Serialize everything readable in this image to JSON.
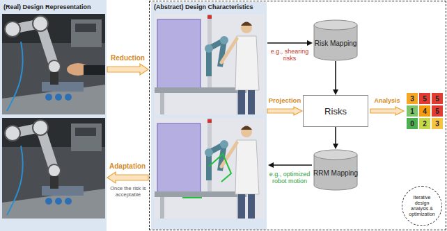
{
  "diagram": {
    "nodes": [
      {
        "text": [
          "(Real) Design Representation"
        ]
      },
      {
        "text": [
          "(Abstract) Design Characteristics"
        ]
      },
      {
        "text": [
          "Risk Mapping"
        ],
        "in": 1
      },
      {
        "text": [
          "Risks"
        ],
        "in": 1
      },
      {
        "text": [
          "RRM Mapping"
        ],
        "in": 1
      },
      {
        "text": [
          "Iterative design analysis & optimization"
        ],
        "in": 1
      }
    ],
    "edges": [
      {
        "from": 0,
        "to": 1,
        "label": "Reduction",
        "arrow": "to"
      },
      {
        "from": 1,
        "to": 0,
        "label": "Adaptation",
        "arrow": "to"
      },
      {
        "from": 2,
        "to": 3,
        "arrow": "to"
      },
      {
        "from": 3,
        "to": 4,
        "arrow": "to"
      }
    ],
    "labels": [
      "e.g., shearing risks",
      "Projection",
      "Analysis",
      "e.g., optimized robot motion",
      "Once the risk is acceptable",
      "3",
      "5",
      "5",
      "1",
      "4",
      "5",
      "0",
      "2",
      "3"
    ]
  }
}
